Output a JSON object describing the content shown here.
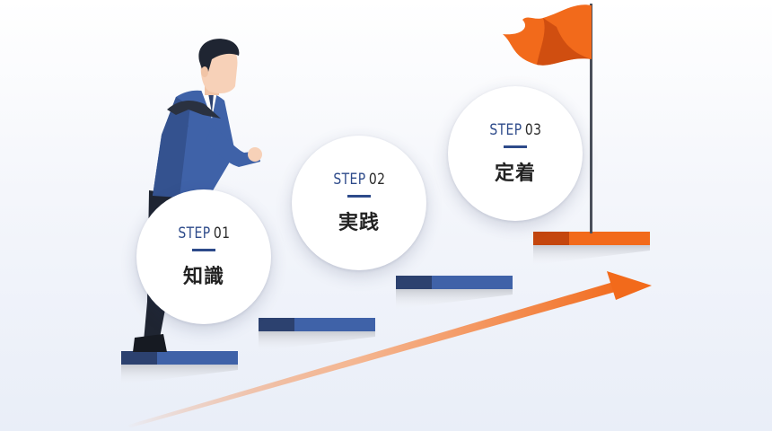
{
  "steps": [
    {
      "word": "STEP",
      "num": "01",
      "title": "知識"
    },
    {
      "word": "STEP",
      "num": "02",
      "title": "実践"
    },
    {
      "word": "STEP",
      "num": "03",
      "title": "定着"
    }
  ],
  "colors": {
    "step_blue": "#3f62a8",
    "step_dark": "#2c416f",
    "flag_orange": "#f26a1b",
    "flag_dark": "#c4460e",
    "arrow_orange": "#f26a1b"
  },
  "icons": [
    "businessman-illustration",
    "goal-flag-icon",
    "growth-arrow-icon"
  ]
}
